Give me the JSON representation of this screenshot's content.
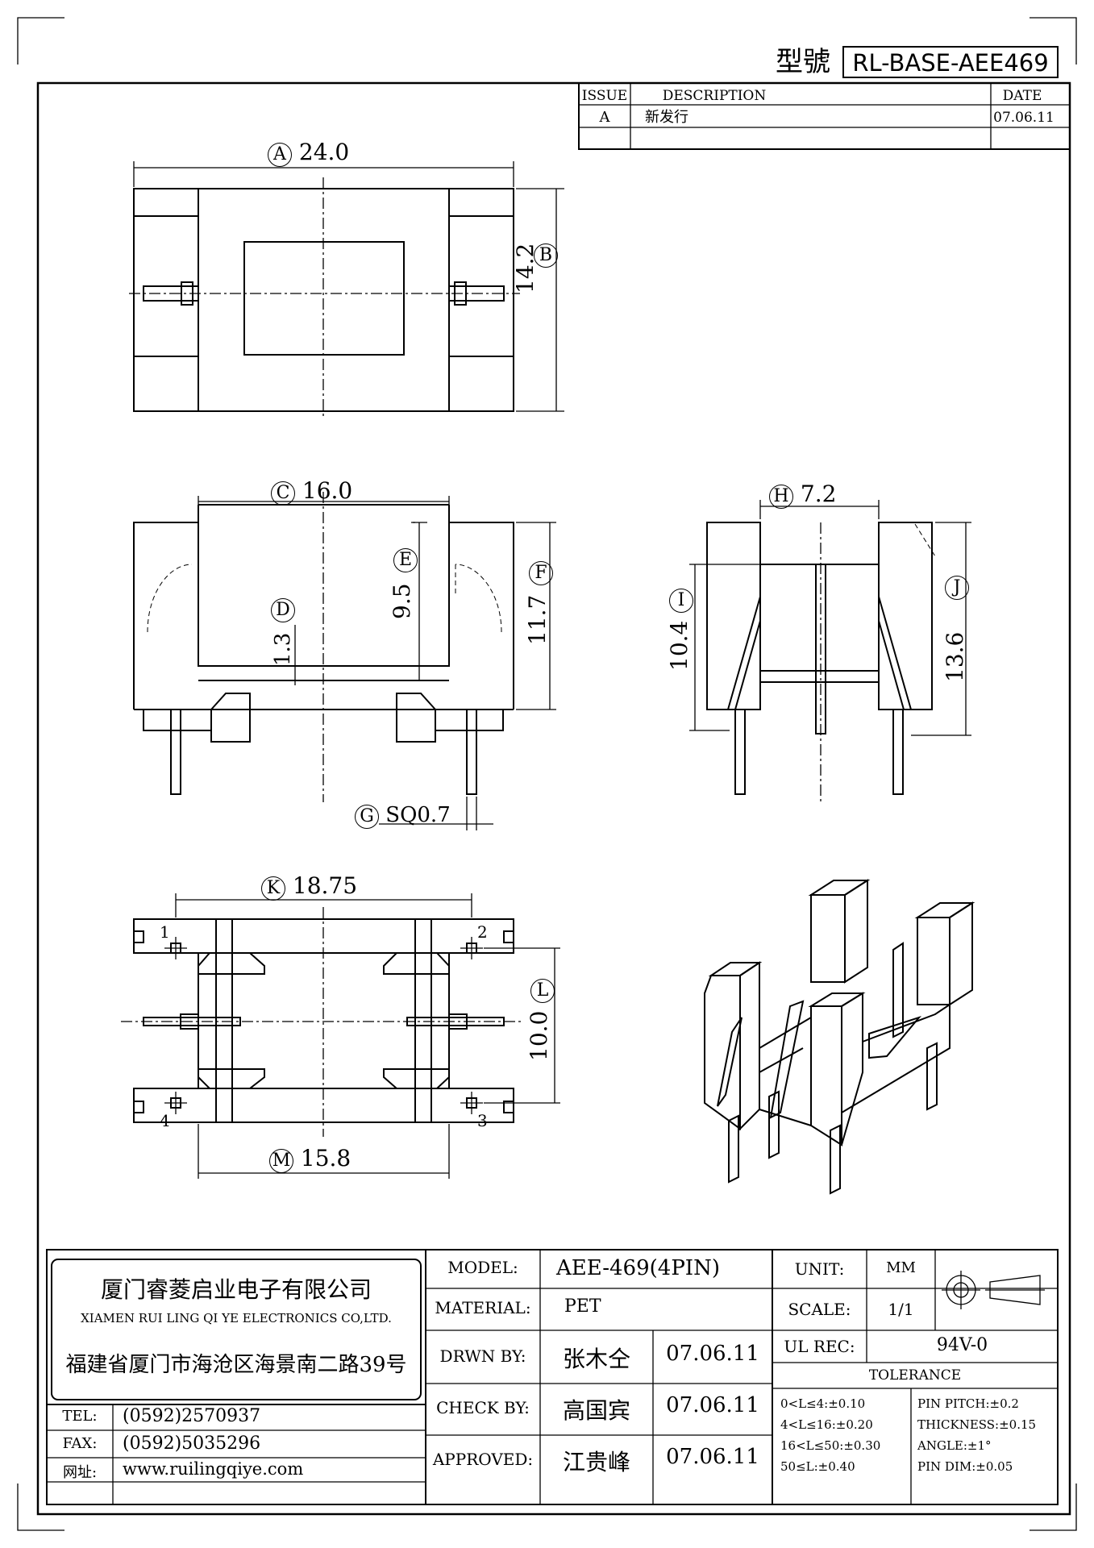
{
  "header": {
    "model_label": "型號",
    "model_code": "RL-BASE-AEE469"
  },
  "revision": {
    "headers": [
      "ISSUE",
      "DESCRIPTION",
      "DATE"
    ],
    "rows": [
      {
        "issue": "A",
        "description": "新发行",
        "date": "07.06.11"
      }
    ]
  },
  "dimensions": {
    "A": {
      "letter": "A",
      "value": "24.0"
    },
    "B": {
      "letter": "B",
      "value": "14.2"
    },
    "C": {
      "letter": "C",
      "value": "16.0"
    },
    "D": {
      "letter": "D",
      "value": "1.3"
    },
    "E": {
      "letter": "E",
      "value": "9.5"
    },
    "F": {
      "letter": "F",
      "value": "11.7"
    },
    "G": {
      "letter": "G",
      "value": "SQ0.7"
    },
    "H": {
      "letter": "H",
      "value": "7.2"
    },
    "I": {
      "letter": "I",
      "value": "10.4"
    },
    "J": {
      "letter": "J",
      "value": "13.6"
    },
    "K": {
      "letter": "K",
      "value": "18.75"
    },
    "L": {
      "letter": "L",
      "value": "10.0"
    },
    "M": {
      "letter": "M",
      "value": "15.8"
    }
  },
  "pins": [
    "1",
    "2",
    "3",
    "4"
  ],
  "company": {
    "name_cn": "厦门睿菱启业电子有限公司",
    "name_en": "XIAMEN RUI LING QI YE ELECTRONICS CO,LTD.",
    "address": "福建省厦门市海沧区海景南二路39号",
    "contacts": [
      {
        "label": "TEL:",
        "value": "(0592)2570937"
      },
      {
        "label": "FAX:",
        "value": "(0592)5035296"
      },
      {
        "label": "网址:",
        "value": "www.ruilingqiye.com"
      }
    ]
  },
  "title_block": {
    "model_label": "MODEL:",
    "model_value": "AEE-469(4PIN)",
    "material_label": "MATERIAL:",
    "material_value": "PET",
    "drawn_label": "DRWN BY:",
    "drawn_name": "张木仝",
    "drawn_date": "07.06.11",
    "check_label": "CHECK BY:",
    "check_name": "高国宾",
    "check_date": "07.06.11",
    "approved_label": "APPROVED:",
    "approved_name": "江贵峰",
    "approved_date": "07.06.11",
    "unit_label": "UNIT:",
    "unit_value": "MM",
    "scale_label": "SCALE:",
    "scale_value": "1/1",
    "ul_label": "UL REC:",
    "ul_value": "94V-0",
    "tolerance_label": "TOLERANCE",
    "tolerance_left": [
      "0<L≤4:±0.10",
      "4<L≤16:±0.20",
      "16<L≤50:±0.30",
      "50≤L:±0.40"
    ],
    "tolerance_right": [
      "PIN PITCH:±0.2",
      "THICKNESS:±0.15",
      "ANGLE:±1°",
      "PIN DIM:±0.05"
    ]
  }
}
